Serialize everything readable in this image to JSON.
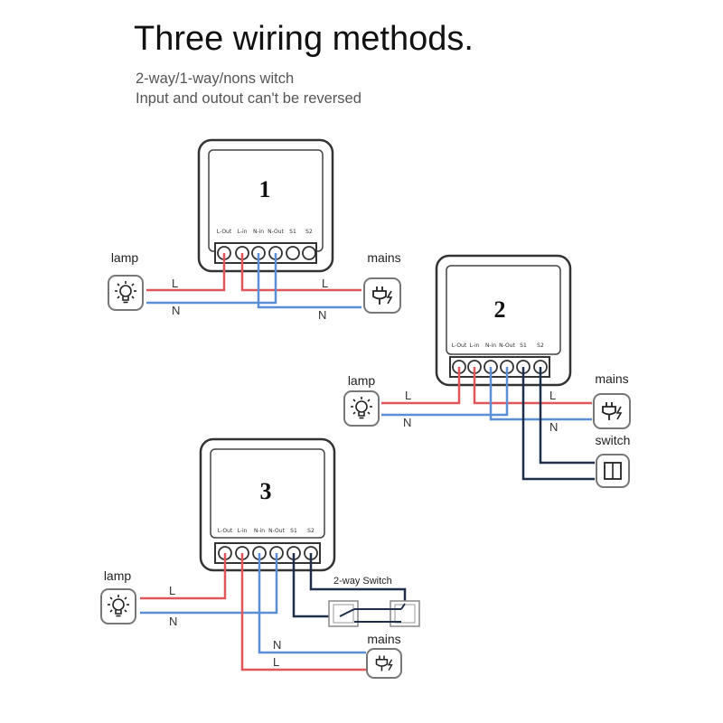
{
  "header": {
    "title": "Three wiring methods.",
    "subtitle_line1": "2-way/1-way/nons witch",
    "subtitle_line2": "Input and outout can't be reversed"
  },
  "terminal_labels": [
    "L-Out",
    "L-in",
    "N-in",
    "N-Out",
    "S1",
    "S2"
  ],
  "colors": {
    "live": "#e0565b",
    "neutral": "#5a8fd8",
    "switch_wire": "#1f2f4a",
    "outline": "#333333"
  },
  "icons": {
    "lamp": "light-bulb-icon",
    "mains": "plug-icon",
    "switch": "rocker-switch-icon"
  },
  "diagram1": {
    "number": "1",
    "lamp_label": "lamp",
    "mains_label": "mains",
    "wire_l_left": "L",
    "wire_n_left": "N",
    "wire_l_right": "L",
    "wire_n_right": "N"
  },
  "diagram2": {
    "number": "2",
    "lamp_label": "lamp",
    "mains_label": "mains",
    "switch_label": "switch",
    "wire_l_left": "L",
    "wire_n_left": "N",
    "wire_l_right": "L",
    "wire_n_right": "N"
  },
  "diagram3": {
    "number": "3",
    "lamp_label": "lamp",
    "mains_label": "mains",
    "switch_label": "2-way Switch",
    "wire_l_left": "L",
    "wire_n_left": "N",
    "wire_n_mains": "N",
    "wire_l_mains": "L"
  }
}
